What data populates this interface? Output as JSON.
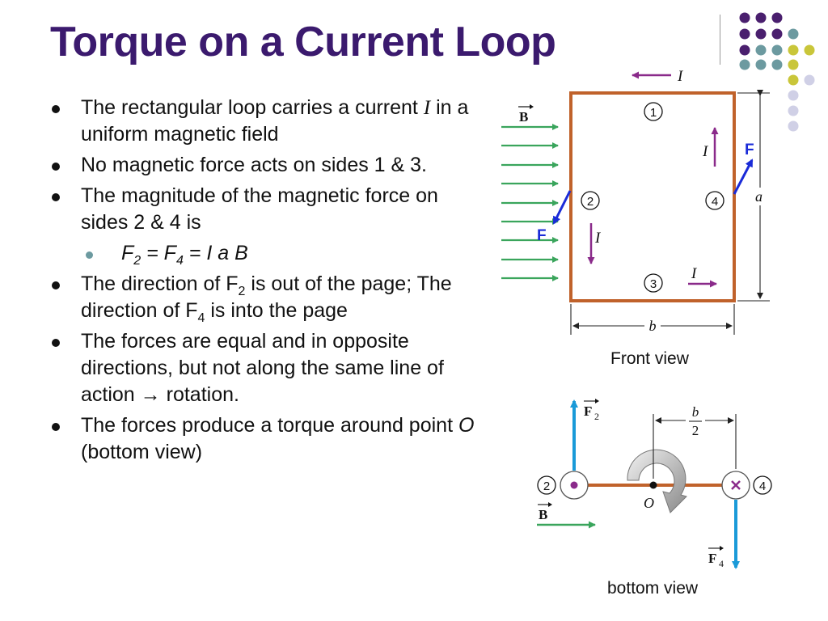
{
  "slide": {
    "title": "Torque on a Current Loop"
  },
  "bullets": {
    "b1_pre": "The rectangular loop carries a current ",
    "b1_var": "I",
    "b1_post": " in a uniform magnetic field",
    "b2": "No magnetic force acts on sides 1 & 3.",
    "b3": "The magnitude of the magnetic force on sides 2 & 4 is",
    "eq_f": "F",
    "eq_sub2": "2",
    "eq_mid": " = F",
    "eq_sub4": "4",
    "eq_post": " = I a B",
    "b4_p1": "The direction of F",
    "b4_sub1": "2",
    "b4_p2": " is out of the page; The direction of F",
    "b4_sub2": "4",
    "b4_p3": " is into the page",
    "b5_pre": "The forces are equal and in opposite directions, but not along the same line of action ",
    "b5_arrow": "→",
    "b5_post": " rotation.",
    "b6_pre": "The forces produce a torque around point ",
    "b6_var": "O",
    "b6_post": " (bottom view)"
  },
  "front_view": {
    "caption": "Front view",
    "field_label": "B",
    "current_label": "I",
    "side_labels": [
      "1",
      "2",
      "3",
      "4"
    ],
    "force_label": "F",
    "dim_a": "a",
    "dim_b": "b"
  },
  "bottom_view": {
    "caption": "bottom view",
    "f2_label": "F",
    "f2_sub": "2",
    "f4_label": "F",
    "f4_sub": "4",
    "b_label": "B",
    "origin_label": "O",
    "half_num": "b",
    "half_den": "2",
    "side_left": "2",
    "side_right": "4"
  },
  "colors": {
    "title": "#3b1a6e",
    "loop": "#c0622b",
    "field": "#3aa55c",
    "current": "#8a2a8a",
    "force": "#1a2bd8",
    "bottom_force": "#1a9ad8",
    "dot_purple": "#4a1f6e",
    "dot_teal": "#6c9aa0",
    "dot_yellow": "#c9c63a",
    "dot_lavender": "#d0d0e6"
  }
}
